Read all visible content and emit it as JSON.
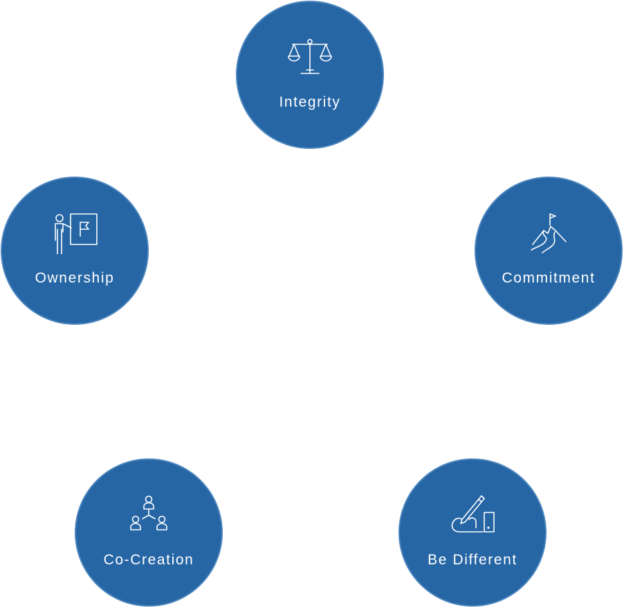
{
  "colors": {
    "circle_fill": "#2666a5",
    "circle_border": "#4d86bd",
    "text": "#ffffff"
  },
  "values": [
    {
      "label": "Integrity",
      "icon": "scales-of-justice-icon"
    },
    {
      "label": "Commitment",
      "icon": "mountain-flag-icon"
    },
    {
      "label": "Be Different",
      "icon": "hand-writing-pen-icon"
    },
    {
      "label": "Co-Creation",
      "icon": "people-network-icon"
    },
    {
      "label": "Ownership",
      "icon": "presenter-flag-board-icon"
    }
  ]
}
